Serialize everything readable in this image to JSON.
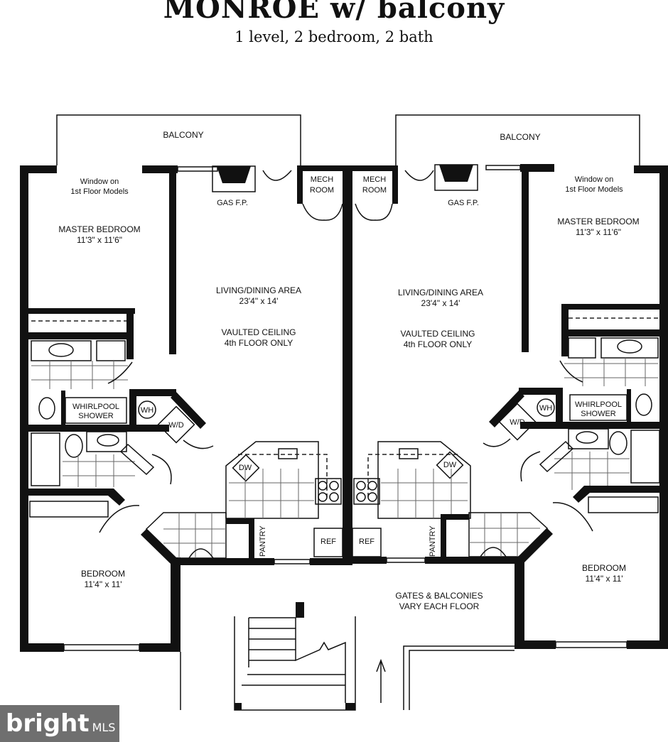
{
  "header": {
    "title": "MONROE w/ balcony",
    "subtitle": "1 level, 2 bedroom, 2 bath"
  },
  "left_unit": {
    "balcony": "BALCONY",
    "window_note_1": "Window on",
    "window_note_2": "1st Floor Models",
    "master_bedroom": "MASTER BEDROOM",
    "master_bedroom_dims": "11'3\" x 11'6\"",
    "gas_fp": "GAS F.P.",
    "mech_1": "MECH",
    "mech_2": "ROOM",
    "living": "LIVING/DINING AREA",
    "living_dims": "23'4\" x 14'",
    "vaulted_1": "VAULTED CEILING",
    "vaulted_2": "4th FLOOR ONLY",
    "whirlpool_1": "WHIRLPOOL",
    "whirlpool_2": "SHOWER",
    "wh": "WH",
    "wd": "W/D",
    "dw": "DW",
    "pantry": "PANTRY",
    "ref": "REF",
    "bedroom": "BEDROOM",
    "bedroom_dims": "11'4\" x 11'"
  },
  "right_unit": {
    "balcony": "BALCONY",
    "window_note_1": "Window on",
    "window_note_2": "1st Floor Models",
    "master_bedroom": "MASTER BEDROOM",
    "master_bedroom_dims": "11'3\" x 11'6\"",
    "gas_fp": "GAS F.P.",
    "mech_1": "MECH",
    "mech_2": "ROOM",
    "living": "LIVING/DINING AREA",
    "living_dims": "23'4\" x 14'",
    "vaulted_1": "VAULTED CEILING",
    "vaulted_2": "4th FLOOR ONLY",
    "whirlpool_1": "WHIRLPOOL",
    "whirlpool_2": "SHOWER",
    "wh": "WH",
    "wd": "W/D",
    "dw": "DW",
    "pantry": "PANTRY",
    "ref": "REF",
    "bedroom": "BEDROOM",
    "bedroom_dims": "11'4\" x 11'"
  },
  "common": {
    "gates_1": "GATES & BALCONIES",
    "gates_2": "VARY EACH FLOOR"
  },
  "watermark": {
    "brand": "bright",
    "suffix": "MLS"
  }
}
